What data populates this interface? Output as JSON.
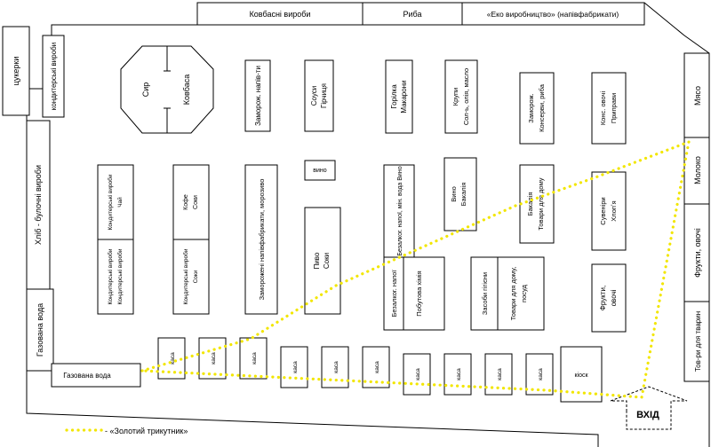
{
  "top_bar": {
    "sausages": "Ковбасні вироби",
    "fish": "Риба",
    "eco": "«Еко виробництво» (напівфабрикати)"
  },
  "left_wall": {
    "candy": "цукерки",
    "confectionery": "кондитерські вироби",
    "bread": "Хліб - булочні вироби",
    "water_vertical": "Газована вода",
    "water_horizontal": "Газована вода"
  },
  "right_wall": {
    "meat": "Мясо",
    "dairy": "Молоко",
    "fruit_veg": "Фрукти, овочі",
    "pet_goods": "Тов-ри для тварин"
  },
  "center": {
    "cheese": "Сир",
    "sausage_stand": "Ковбаса",
    "frozen_top": "Заморож. напів-ти",
    "sauces_spices": [
      "Соуси",
      "Гірчиця"
    ],
    "cereals_pasta": [
      "Горілка",
      "Макарони"
    ],
    "groceries": [
      "Крупи",
      "Сол-ь, олія, масло"
    ],
    "preserves": [
      "Заморож.",
      "Консерви, риба"
    ],
    "canned_veg": [
      "Конс. овочі",
      "Приправи"
    ],
    "conf_tea": [
      "Кондитерські вироби",
      "Чай"
    ],
    "conf_cocoa": [
      "Кондитерські вироби",
      "Кондитерські вироби"
    ],
    "coffee_juice": [
      "Кофе",
      "Соки"
    ],
    "conf_juice": [
      "Кондитерські вироби",
      "Соки"
    ],
    "frozen_semi": "Заморожені напівфабрикати, морозиво",
    "wine_small": "вино",
    "beer_juice": [
      "Пиво",
      "Соки"
    ],
    "soft_drinks": "Безалког. напої, мін. вода Вино",
    "wine_tea": [
      "Вино",
      "Бакалія"
    ],
    "household": [
      "Бакалія",
      "Товари для дому"
    ],
    "souvenirs": [
      "Сувеніри",
      "Хлопʼя"
    ],
    "soft_drinks_low": "Безалког. напої",
    "household_chem": "Побутова хімія",
    "hygiene": "Засоби гігієни",
    "home_goods": [
      "Товари для дому,",
      "посуд"
    ],
    "fruit_veg_mid": [
      "Фрукти,",
      "овочі"
    ]
  },
  "checkout": {
    "label": "каса",
    "count": 10,
    "kiosk": "кіоск"
  },
  "entrance": "ВХІД",
  "legend": {
    "text": "- «Золотий трикутник»",
    "color": "#f2e600"
  }
}
